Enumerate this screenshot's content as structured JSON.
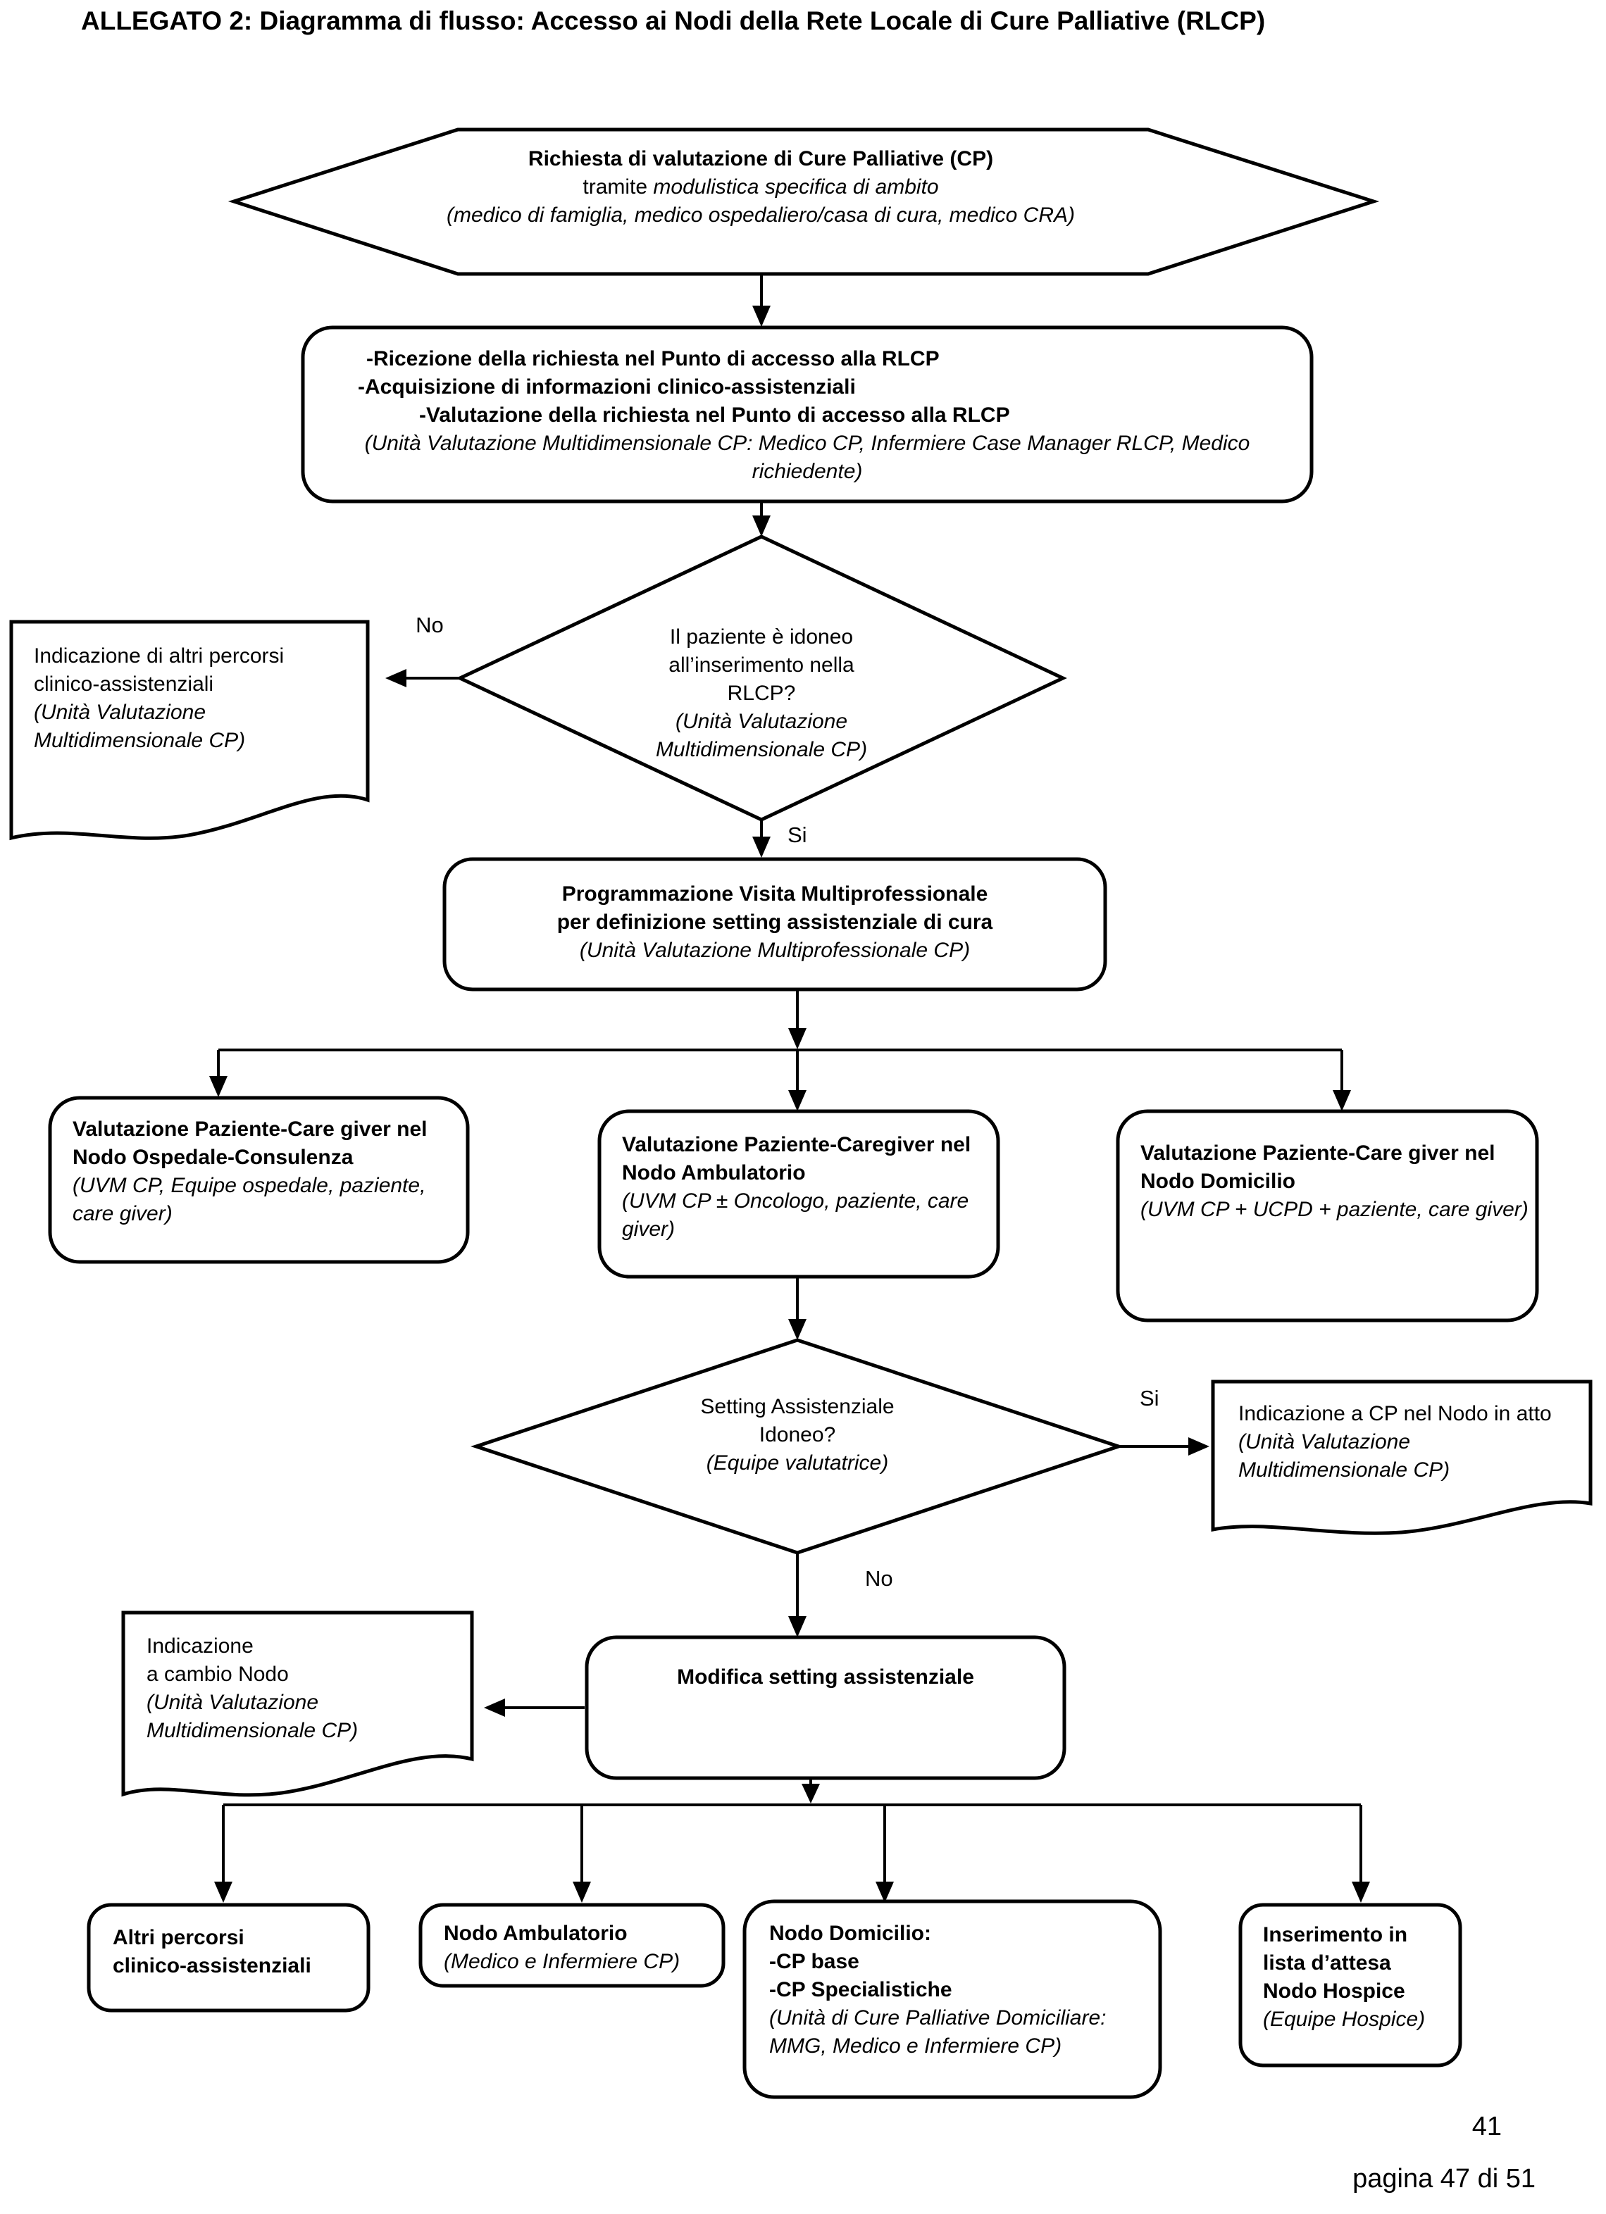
{
  "title": "ALLEGATO 2: Diagramma di flusso: Accesso ai Nodi della Rete Locale di Cure Palliative (RLCP)",
  "nodes": {
    "request_hexagon": {
      "line1": "Richiesta di valutazione di Cure Palliative (CP)",
      "line2_prefix": "tramite ",
      "line2_italic": "modulistica specifica di ambito",
      "line3": "(medico di famiglia, medico ospedaliero/casa di cura, medico CRA)"
    },
    "reception": {
      "line1": "-Ricezione della richiesta nel Punto di accesso alla RLCP",
      "line2": "-Acquisizione di informazioni clinico-assistenziali",
      "line3": "-Valutazione della richiesta nel Punto di accesso alla RLCP",
      "note_line1": "(Unità Valutazione Multidimensionale CP: Medico CP, Infermiere Case Manager RLCP, Medico",
      "note_line2": "richiedente)"
    },
    "eligibility_decision": {
      "line1": "Il paziente è idoneo",
      "line2": "all’inserimento nella",
      "line3": "RLCP?",
      "note_line1": "(Unità Valutazione",
      "note_line2": "Multidimensionale CP)"
    },
    "other_paths_doc": {
      "line1": "Indicazione di altri percorsi",
      "line2": "clinico-assistenziali",
      "note_line1": "(Unità Valutazione",
      "note_line2": "Multidimensionale CP)"
    },
    "planning": {
      "line1": "Programmazione Visita Multiprofessionale",
      "line2": "per definizione setting assistenziale di cura",
      "note": "(Unità Valutazione Multiprofessionale CP)"
    },
    "hospital_eval": {
      "line1": "Valutazione Paziente-Care giver nel",
      "line2": "Nodo Ospedale-Consulenza",
      "note_line1": "(UVM CP, Equipe ospedale, paziente,",
      "note_line2": "care giver)"
    },
    "ambulatory_eval": {
      "line1": "Valutazione Paziente-Caregiver nel",
      "line2": "Nodo Ambulatorio",
      "note_line1": "(UVM CP ± Oncologo, paziente, care",
      "note_line2": "giver)"
    },
    "home_eval": {
      "line1": "Valutazione Paziente-Care giver nel",
      "line2": "Nodo Domicilio",
      "note_line1": "(UVM CP + UCPD + paziente, care giver)"
    },
    "setting_decision": {
      "line1": "Setting Assistenziale",
      "line2": "Idoneo?",
      "note": "(Equipe valutatrice)"
    },
    "cp_indication_doc": {
      "line1": "Indicazione a CP nel Nodo in atto",
      "note_line1": "(Unità Valutazione",
      "note_line2": "Multidimensionale CP)"
    },
    "change_setting": {
      "line1": "Modifica setting assistenziale"
    },
    "node_change_doc": {
      "line1": "Indicazione",
      "line2": "a cambio Nodo",
      "note_line1": "(Unità Valutazione",
      "note_line2": "Multidimensionale CP)"
    },
    "other_clinical_paths": {
      "line1": "Altri percorsi",
      "line2": "clinico-assistenziali"
    },
    "node_ambulatory": {
      "line1": "Nodo Ambulatorio",
      "note": "(Medico e Infermiere CP)"
    },
    "node_home": {
      "line1": "Nodo Domicilio:",
      "line2": "-CP base",
      "line3": "-CP Specialistiche",
      "note_line1": "(Unità di Cure Palliative Domiciliare:",
      "note_line2": "MMG, Medico e Infermiere CP)"
    },
    "hospice_waitlist": {
      "line1": "Inserimento in",
      "line2": "lista d’attesa",
      "line3": "Nodo Hospice",
      "note": "(Equipe Hospice)"
    }
  },
  "labels": {
    "no1": "No",
    "si1": "Si",
    "si2": "Si",
    "no2": "No"
  },
  "footer": {
    "page_number": "41",
    "page_label": "pagina 47 di 51"
  },
  "colors": {
    "stroke": "#000000",
    "background": "#ffffff"
  }
}
